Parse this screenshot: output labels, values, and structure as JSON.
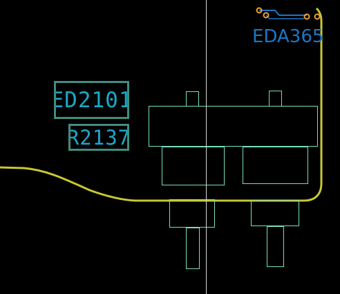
{
  "logo": {
    "text": "EDA365"
  },
  "components": [
    {
      "refdes": "ED2101"
    },
    {
      "refdes": "R2137"
    }
  ],
  "colors": {
    "background": "#000000",
    "footprint_outline": "#79e0c4",
    "trace": "#c8c832",
    "refdes_text": "#1aa8c8",
    "refdes_box": "#3f8e80",
    "crosshair": "#d8d8d8",
    "logo_text": "#1c76c6",
    "logo_accent": "#f0a030"
  }
}
